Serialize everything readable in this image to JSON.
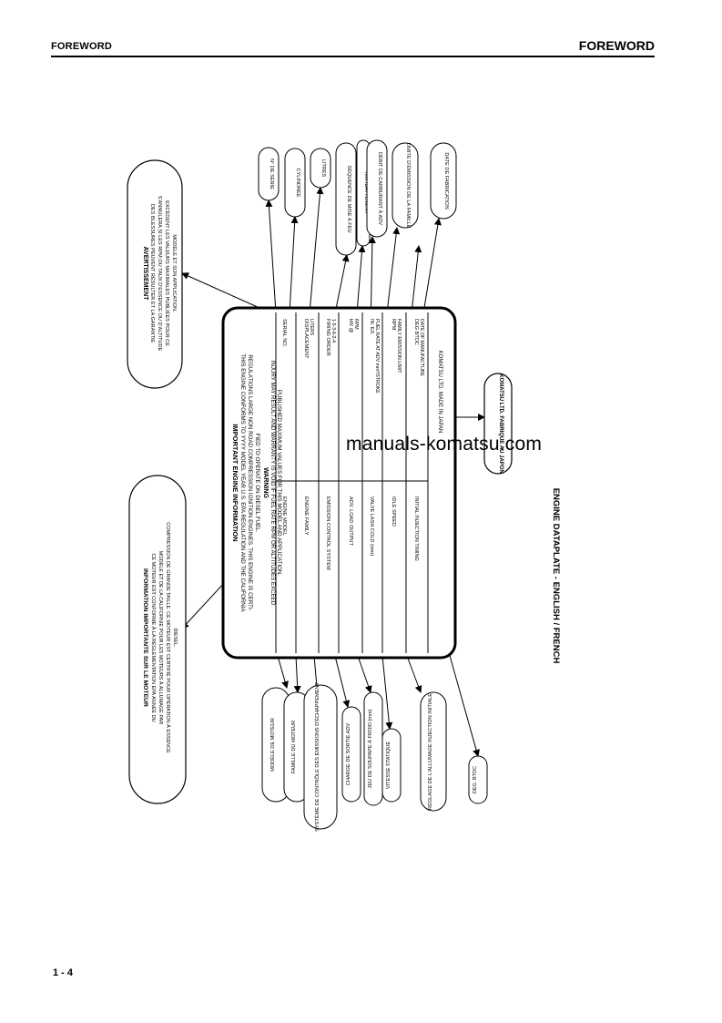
{
  "header": {
    "left_title": "FOREWORD",
    "right_title": "FOREWORD"
  },
  "footer": {
    "page_number": "1 - 4"
  },
  "watermark": "manuals-komatsu.com",
  "figure": {
    "caption": "ENGINE DATAPLATE - ENGLISH / FRENCH",
    "plate": {
      "heading": "IMPORTANT ENGINE INFORMATION",
      "intro_lines": [
        "THIS ENGINE CONFORMS TO YYYY MODEL YEAR U.S. EPA REGULATION AND THE CALIFORNIA",
        "REGULATIONS LARGE NON ROAD COMPRESSION IGNITION ENGINES. THIS ENGINE IS CERTI-",
        "FIED TO OPERATE ON DIESEL FUEL."
      ],
      "warning_label": "WARNING",
      "warning_lines": [
        "INJURY MAY RESULT AND WARRANTY IS VOID IF FUEL RATE RPM OR ALTITUDES EXCEED",
        "PUBLISHED MAXIMUM VALUES FOR THIS MODEL AND APPLICATION."
      ],
      "rows": [
        {
          "label": "ENGINE MODEL",
          "mid_label": "SERIAL NO.",
          "value": ""
        },
        {
          "label": "ENGINE FAMILY",
          "mid_label": "DISPLACEMENT",
          "value": "LITERS"
        },
        {
          "label": "EMISSION CONTROL SYSTEM",
          "mid_label": "FIRING ORDER",
          "value": "1-5-3-6-2-4"
        },
        {
          "label": "ADV. LOAD OUTPUT",
          "mid_label": "kW @",
          "value": "RPM"
        },
        {
          "label": "VALVE LASH COLD (mm)",
          "mid_label": "IN.   EX.",
          "value": "FUEL RATE AT ADV   mm³/STROKE"
        },
        {
          "label": "IDLE SPEED",
          "mid_label": "RPM",
          "value": "FAMILY EMISSION LIMIT"
        },
        {
          "label": "INITIAL INJECTION TIMING",
          "mid_label": "DEG BTDC",
          "value": "DATE OF MANUFACTURE"
        }
      ],
      "maker_line": "KOMATSU LTD. MADE IN JAPAN"
    },
    "maker_callout": "KOMATSU LTD. FABRIQUE AU JAPON",
    "top_callouts": [
      "N° DE SÉRIE",
      "CYLINDRÉE",
      "LITRES",
      "SÉQUENCE DE MISE À FEU",
      "mm³/BATTEMENT",
      "DÉBIT DE CARBURANT À ADV",
      "LIMITE D'ÉMISSION DE LA FAMILLE",
      "DATE DE FABRICATION"
    ],
    "bottom_callouts": [
      "MODÈLE DE MOTEUR",
      "FAMILLE DU MOTEUR",
      "SYSTÈME DE CONTRÔLE DES ÉMISSIONS D'ÉCHAPPEMENT",
      "CHARGE DE SORTIE ADV",
      "JEU DE SOUPAPE À FROID (mm)",
      "VITESSE STATIQUE",
      "RÉGLAGE DE L'ALLUMAGE INJECTION INITIALE",
      "DEG. BTDC"
    ],
    "avertissement": {
      "title": "AVERTISSEMENT",
      "lines": [
        "DES BLESSURES PEUVENT RÉSULTER ET LA GARANTIE",
        "S'ANNULERA SI LES RPM OU TAUX D'ESSENCE OU D'ALTITUDE",
        "EXCÈDENT LES VALEURS MAXIMALES PUBLIÉES POUR CE",
        "MODÈLE ET SON APPLICATION."
      ]
    },
    "information": {
      "title": "INFORMATION IMPORTANTE SUR LE MOTEUR",
      "lines": [
        "CE MOTEUR EST CONFORME À LA RÉGLEMENTATION EPA ANNÉE DU",
        "MODÈLE ET DE LA CALIFORNIE POUR LES MOTEURS À ALLUMAGE PAR",
        "COMPRESSION DE GRANDE TAILLE. CE MOTEUR EST CERTIFIÉ POUR OPÉRATION À ESSENCE",
        "DIESEL."
      ]
    }
  }
}
